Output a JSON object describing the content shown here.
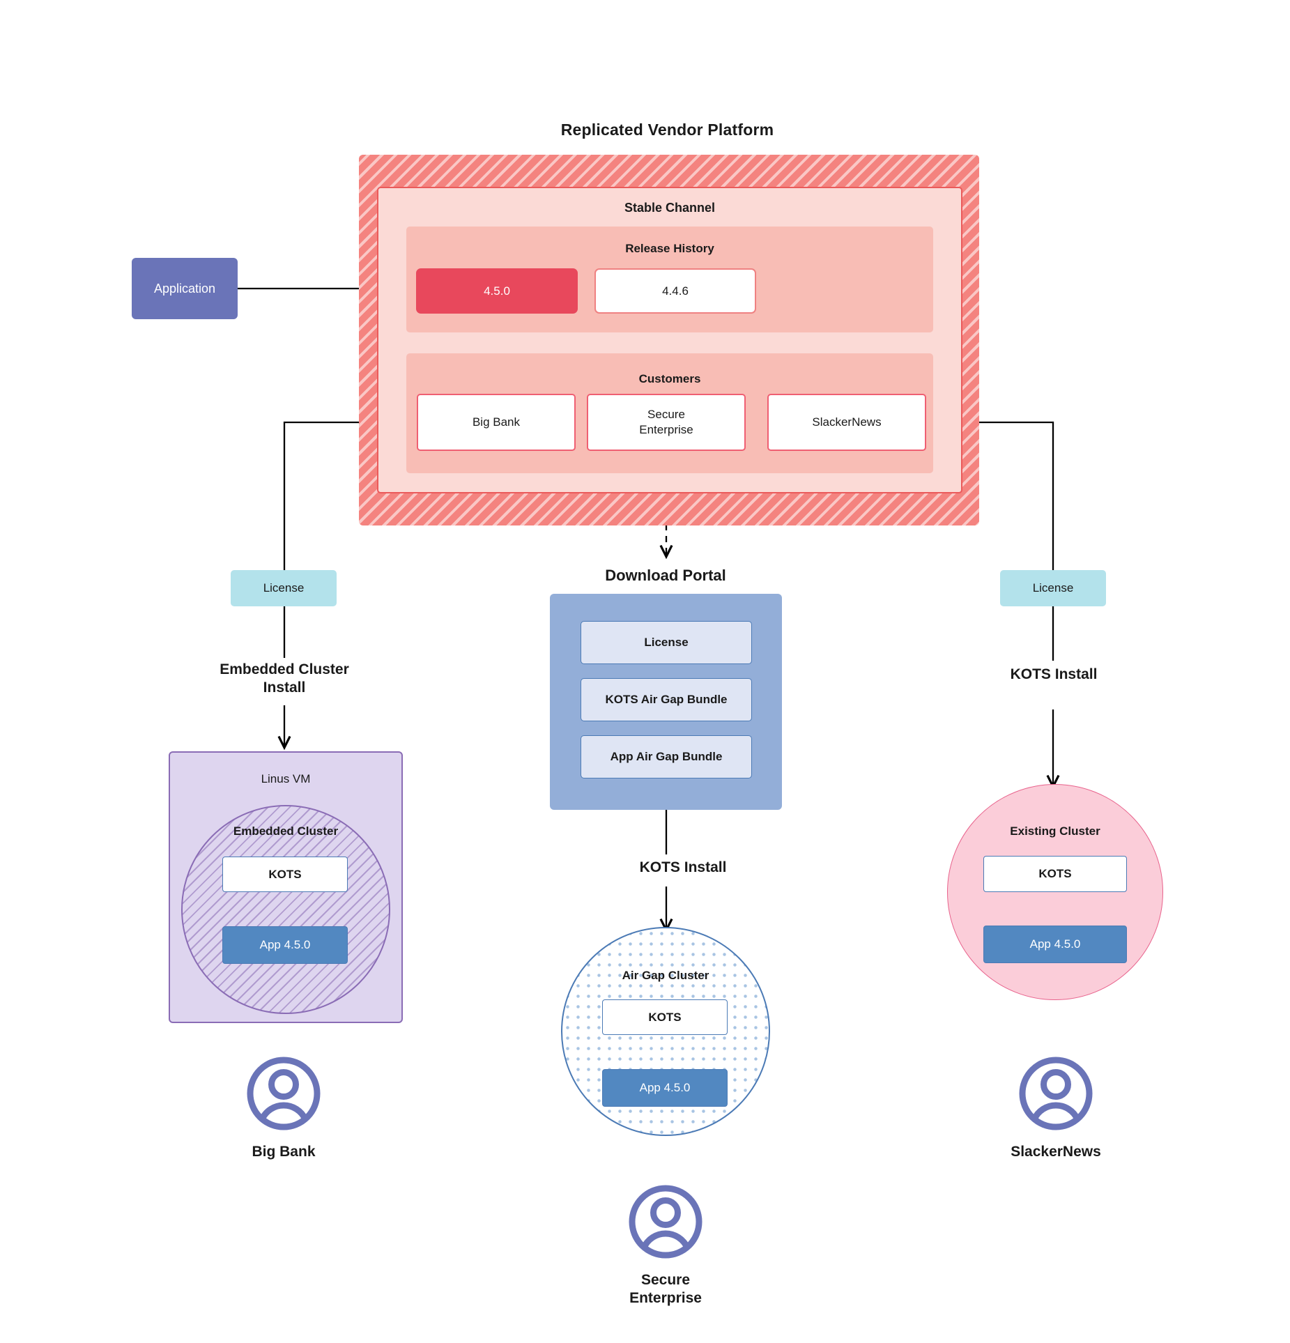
{
  "diagram": {
    "title": "Replicated Vendor Platform",
    "application": {
      "label": "Application"
    },
    "stable_channel": {
      "title": "Stable Channel",
      "release_history": {
        "title": "Release History",
        "releases": [
          {
            "version": "4.5.0",
            "state": "current"
          },
          {
            "version": "4.4.6",
            "state": "previous"
          }
        ]
      },
      "customers": {
        "title": "Customers",
        "items": [
          {
            "name": "Big Bank"
          },
          {
            "name": "Secure\nEnterprise"
          },
          {
            "name": "SlackerNews"
          }
        ]
      }
    },
    "branches": {
      "left": {
        "license_label": "License",
        "edge_caption": "Embedded Cluster\nInstall",
        "host": {
          "title": "Linus VM"
        },
        "cluster": {
          "title": "Embedded Cluster",
          "kots": "KOTS",
          "app": "App 4.5.0"
        },
        "persona": "Big Bank"
      },
      "middle": {
        "portal_title": "Download  Portal",
        "portal_items": [
          "License",
          "KOTS Air Gap Bundle",
          "App Air Gap Bundle"
        ],
        "edge_caption": "KOTS Install",
        "cluster": {
          "title": "Air Gap Cluster",
          "kots": "KOTS",
          "app": "App 4.5.0"
        },
        "persona": "Secure\nEnterprise"
      },
      "right": {
        "license_label": "License",
        "edge_caption": "KOTS Install",
        "cluster": {
          "title": "Existing Cluster",
          "kots": "KOTS",
          "app": "App 4.5.0"
        },
        "persona": "SlackerNews"
      }
    },
    "colors": {
      "platform_hatch": "#f4837f",
      "channel_fill": "#fbdad6",
      "channel_border": "#ea5a5a",
      "section_fill": "#f8bdb5",
      "release_current": "#e8485c",
      "customer_border": "#ef5f72",
      "application_fill": "#6a74b8",
      "license_fill": "#b3e2eb",
      "portal_fill": "#93aed8",
      "portal_item_fill": "#dfe5f4",
      "blue_border": "#4b7ab5",
      "app_fill": "#5288c1",
      "vm_fill": "#ded5ef",
      "vm_border": "#8a6cb5",
      "existing_cluster_fill": "#fbcdd9",
      "existing_cluster_border": "#e8628c",
      "avatar": "#6a74b8"
    },
    "icons": {
      "persona": "user-avatar-icon"
    }
  }
}
